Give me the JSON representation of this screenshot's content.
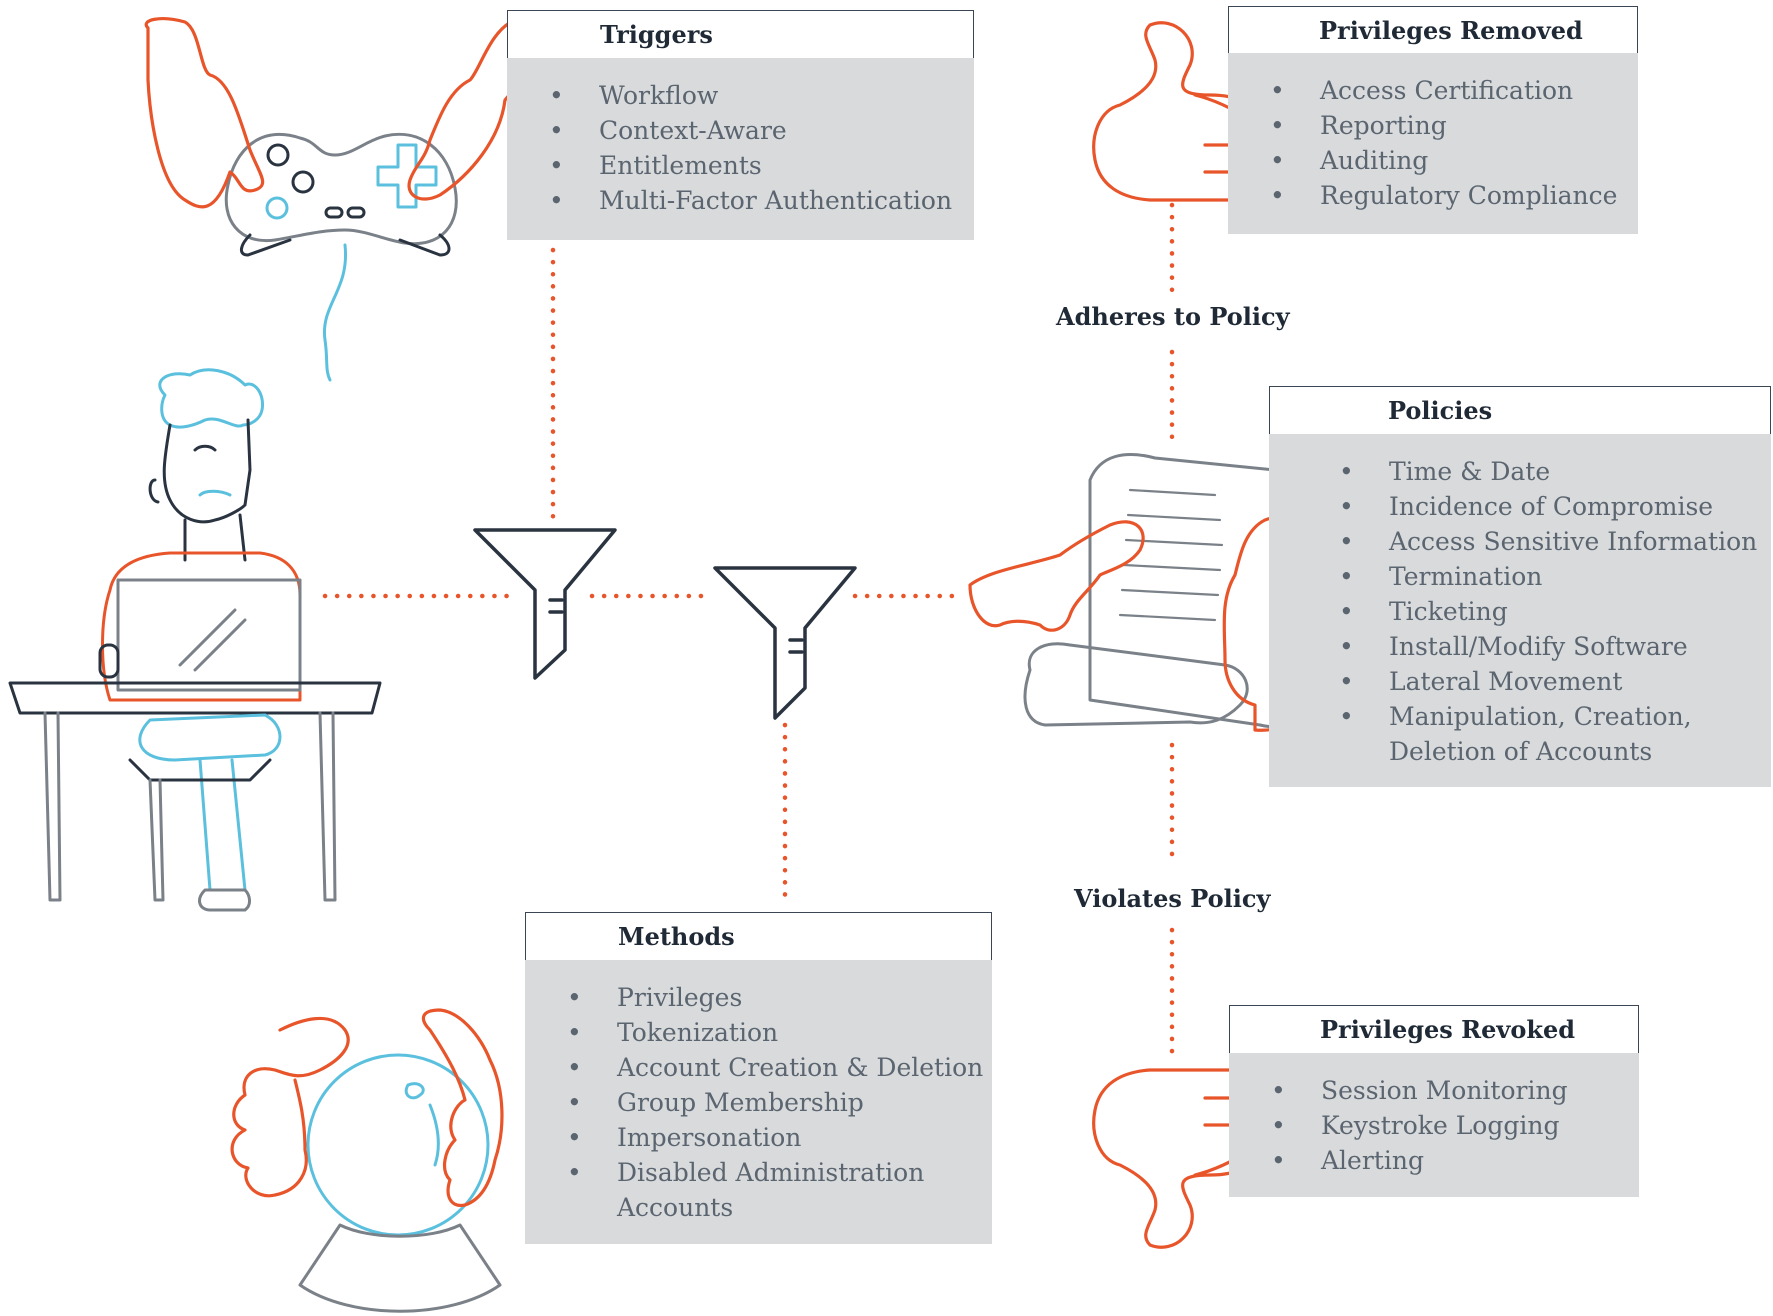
{
  "colors": {
    "orange": "#e8552a",
    "cyan": "#5bc0de",
    "gray": "#7b8188",
    "navy": "#2a3441",
    "panel": "#d8dadc"
  },
  "triggers": {
    "title": "Triggers",
    "items": [
      "Workflow",
      "Context-Aware",
      "Entitlements",
      "Multi-Factor Authentication"
    ]
  },
  "privileges_removed": {
    "title": "Privileges Removed",
    "items": [
      "Access Certification",
      "Reporting",
      "Auditing",
      "Regulatory Compliance"
    ]
  },
  "policies": {
    "title": "Policies",
    "items": [
      "Time & Date",
      "Incidence of Compromise",
      "Access Sensitive Information",
      "Termination",
      "Ticketing",
      "Install/Modify Software",
      "Lateral Movement",
      "Manipulation, Creation,",
      "Deletion of Accounts"
    ]
  },
  "methods": {
    "title": "Methods",
    "items": [
      "Privileges",
      "Tokenization",
      "Account Creation & Deletion",
      "Group Membership",
      "Impersonation",
      "Disabled Administration",
      "Accounts"
    ]
  },
  "privileges_revoked": {
    "title": "Privileges Revoked",
    "items": [
      "Session Monitoring",
      "Keystroke Logging",
      "Alerting"
    ]
  },
  "labels": {
    "adheres": "Adheres to Policy",
    "violates": "Violates Policy"
  },
  "icons": [
    "game-controller-icon",
    "thumbs-up-icon",
    "person-at-laptop-icon",
    "funnel-icon",
    "policy-document-icon",
    "crystal-ball-icon",
    "thumbs-down-icon"
  ]
}
